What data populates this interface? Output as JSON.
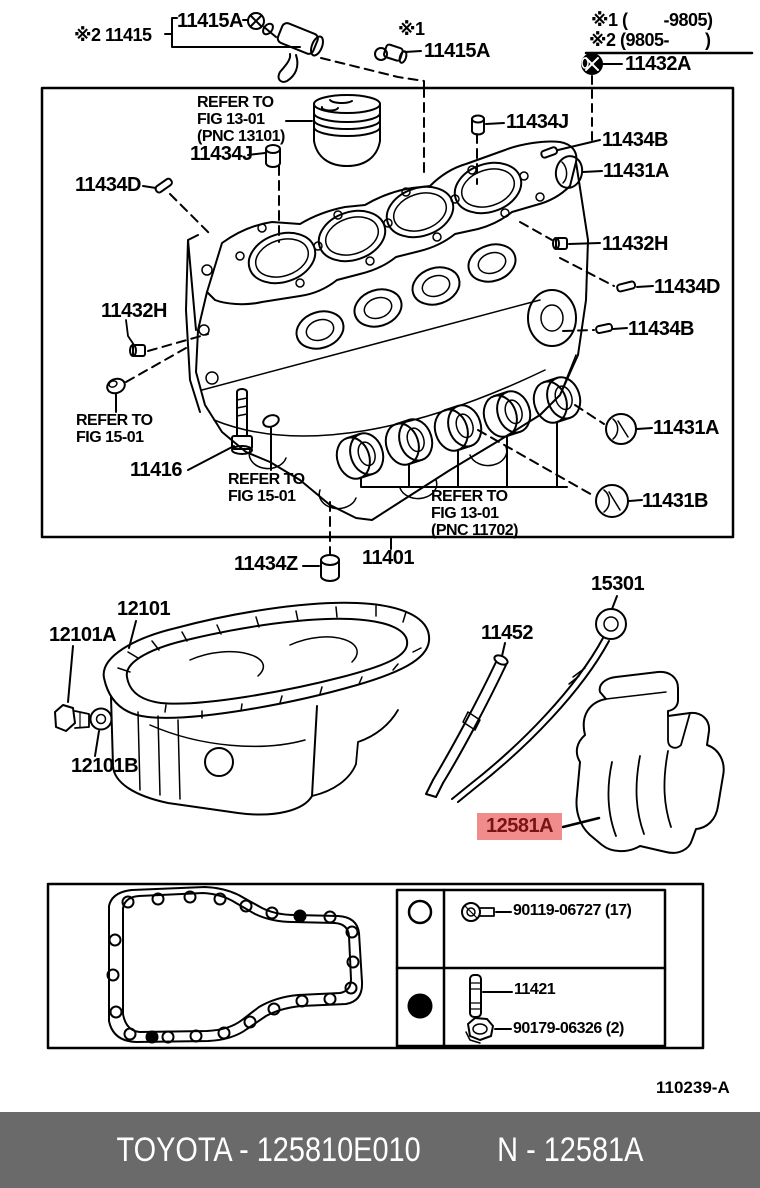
{
  "palette": {
    "ink": "#000000",
    "paper": "#ffffff",
    "highlight_bg": "#f08c8c",
    "highlight_fg": "#7a1414",
    "footer_bar_bg": "#6a6a6a",
    "footer_text": "#ffffff"
  },
  "header": {
    "variant_note_left": "※2 11415",
    "nozzle_bolt_label": "11415A",
    "variant_note_mid": "※1",
    "nozzle_label": "11415A",
    "range_note_1": "※1 (        -9805)",
    "range_note_2": "※2 (9805-        )",
    "plug_label": "11432A"
  },
  "block": {
    "labels": {
      "cup_plug_left": "11434J",
      "dowel_left": "11434D",
      "cup_plug_right": "11434J",
      "pin_upper_right": "11434B",
      "oval_plug_right": "11431A",
      "screw_plug_right": "11432H",
      "dowel_right": "11434D",
      "pin_lower_right": "11434B",
      "screw_plug_left": "11432H",
      "oil_nozzle_bolt": "11416",
      "cap_plug_mid_right": "11431A",
      "cap_plug_lower_right": "11431B",
      "cup_plug_bottom": "11434Z",
      "cylinder_block": "11401"
    },
    "refs": {
      "piston": [
        "REFER TO",
        "FIG 13-01",
        "(PNC 13101)"
      ],
      "left": [
        "REFER TO",
        "FIG 15-01"
      ],
      "mid": [
        "REFER TO",
        "FIG 15-01"
      ],
      "bearings": [
        "REFER TO",
        "FIG 13-01",
        "(PNC 11702)"
      ]
    }
  },
  "lower": {
    "labels": {
      "oil_pan": "12101",
      "drain_plug": "12101A",
      "drain_gasket": "12101B",
      "dipstick_guide": "11452",
      "dipstick": "15301"
    },
    "highlighted_part": "12581A"
  },
  "legend": {
    "row1": {
      "symbol": "○",
      "part": "90119-06727 (17)"
    },
    "row2": {
      "symbol": "●",
      "stud_part": "11421",
      "nut_part": "90179-06326 (2)"
    }
  },
  "footer": {
    "sheet_code": "110239-A",
    "catalog_line_left": "TOYOTA - 125810E010",
    "catalog_line_right": "N - 12581A"
  }
}
